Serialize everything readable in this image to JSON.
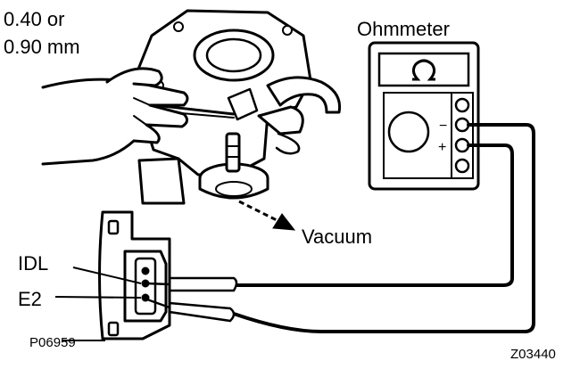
{
  "figure": {
    "gap_label_line1": "0.40 or",
    "gap_label_line2": "0.90 mm",
    "meter_label": "Ohmmeter",
    "vacuum_label": "Vacuum",
    "terminal_idl": "IDL",
    "terminal_e2": "E2",
    "part_code": "P06959",
    "figure_code": "Z03440",
    "meter_symbol": "ohm-symbol-icon",
    "polarity_negative": "−",
    "polarity_positive": "+",
    "line_color": "#000000",
    "background_color": "#ffffff"
  }
}
